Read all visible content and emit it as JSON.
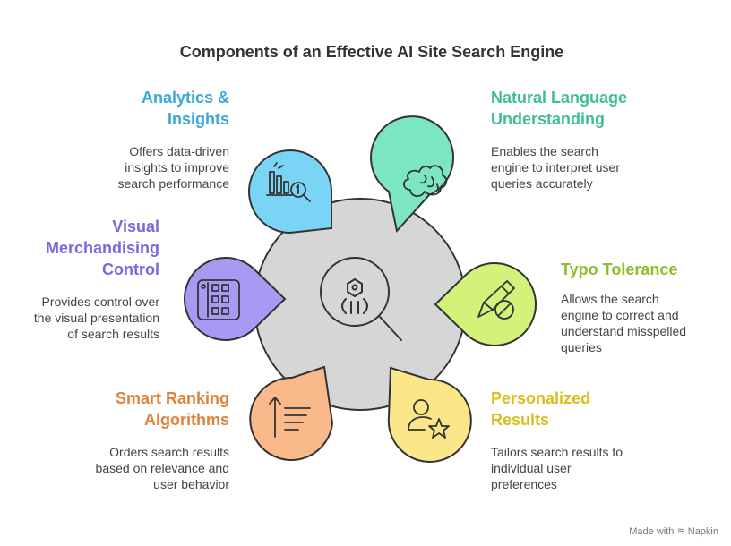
{
  "title": "Components of an Effective AI Site Search Engine",
  "center": {
    "icon": "ai-search-magnifier-icon"
  },
  "items": [
    {
      "key": "analytics",
      "heading": [
        "Analytics &",
        "Insights"
      ],
      "description": [
        "Offers data-driven",
        "insights to improve",
        "search performance"
      ],
      "icon": "bar-chart-magnifier-icon",
      "color": "#7ad4f5",
      "text_color": "#3aa8d8"
    },
    {
      "key": "nlu",
      "heading": [
        "Natural Language",
        "Understanding"
      ],
      "description": [
        "Enables the search",
        "engine to interpret user",
        "queries accurately"
      ],
      "icon": "brain-icon",
      "color": "#7be6c0",
      "text_color": "#3fbf8e"
    },
    {
      "key": "visual",
      "heading": [
        "Visual",
        "Merchandising",
        "Control"
      ],
      "description": [
        "Provides control over",
        "the visual presentation",
        "of search results"
      ],
      "icon": "grid-palette-icon",
      "color": "#a999f2",
      "text_color": "#7e66e0"
    },
    {
      "key": "typo",
      "heading": [
        "Typo Tolerance"
      ],
      "description": [
        "Allows the search",
        "engine to correct and",
        "understand misspelled",
        "queries"
      ],
      "icon": "pencil-cancel-icon",
      "color": "#d3f27a",
      "text_color": "#8fbd2c"
    },
    {
      "key": "ranking",
      "heading": [
        "Smart Ranking",
        "Algorithms"
      ],
      "description": [
        "Orders search results",
        "based on relevance and",
        "user behavior"
      ],
      "icon": "sort-lines-icon",
      "color": "#f9b98a",
      "text_color": "#e0823a"
    },
    {
      "key": "personalized",
      "heading": [
        "Personalized",
        "Results"
      ],
      "description": [
        "Tailors search results to",
        "individual user",
        "preferences"
      ],
      "icon": "user-star-icon",
      "color": "#fbe78a",
      "text_color": "#d9bf1d"
    }
  ],
  "footer": {
    "made_with": "Made with",
    "brand": "Napkin"
  }
}
